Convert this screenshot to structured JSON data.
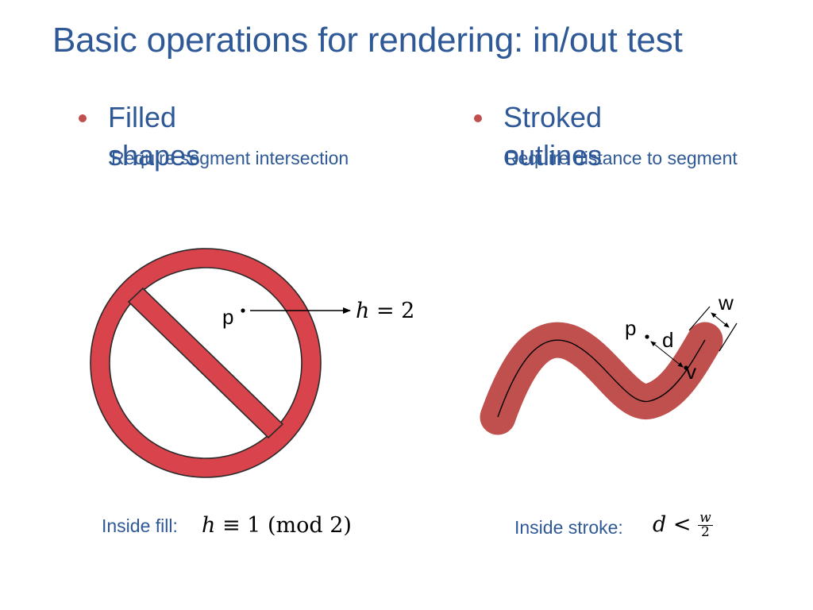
{
  "slide": {
    "title": "Basic operations for rendering: in/out test"
  },
  "left": {
    "bullet": "Filled shapes",
    "subtext": "Require segment intersection",
    "point_label": "p",
    "ray_label_var": "h",
    "ray_label_rest": " = 2",
    "caption_label": "Inside fill:",
    "caption_math_var": "h",
    "caption_math_rest": " ≡ 1 (mod 2)",
    "colors": {
      "shape_fill": "#d9434b",
      "shape_stroke": "#2a2a2a"
    }
  },
  "right": {
    "bullet": "Stroked outlines",
    "subtext": "Require distance to segment",
    "point_label": "p",
    "distance_label": "d",
    "nearest_label": "v",
    "width_label": "w",
    "caption_label": "Inside stroke:",
    "caption_math_var": "d",
    "caption_math_rel": " < ",
    "caption_frac_num": "w",
    "caption_frac_den": "2",
    "colors": {
      "stroke_fill": "#c0504d"
    }
  },
  "colors": {
    "title": "#2f5897",
    "bullet_dot": "#c0504d"
  }
}
